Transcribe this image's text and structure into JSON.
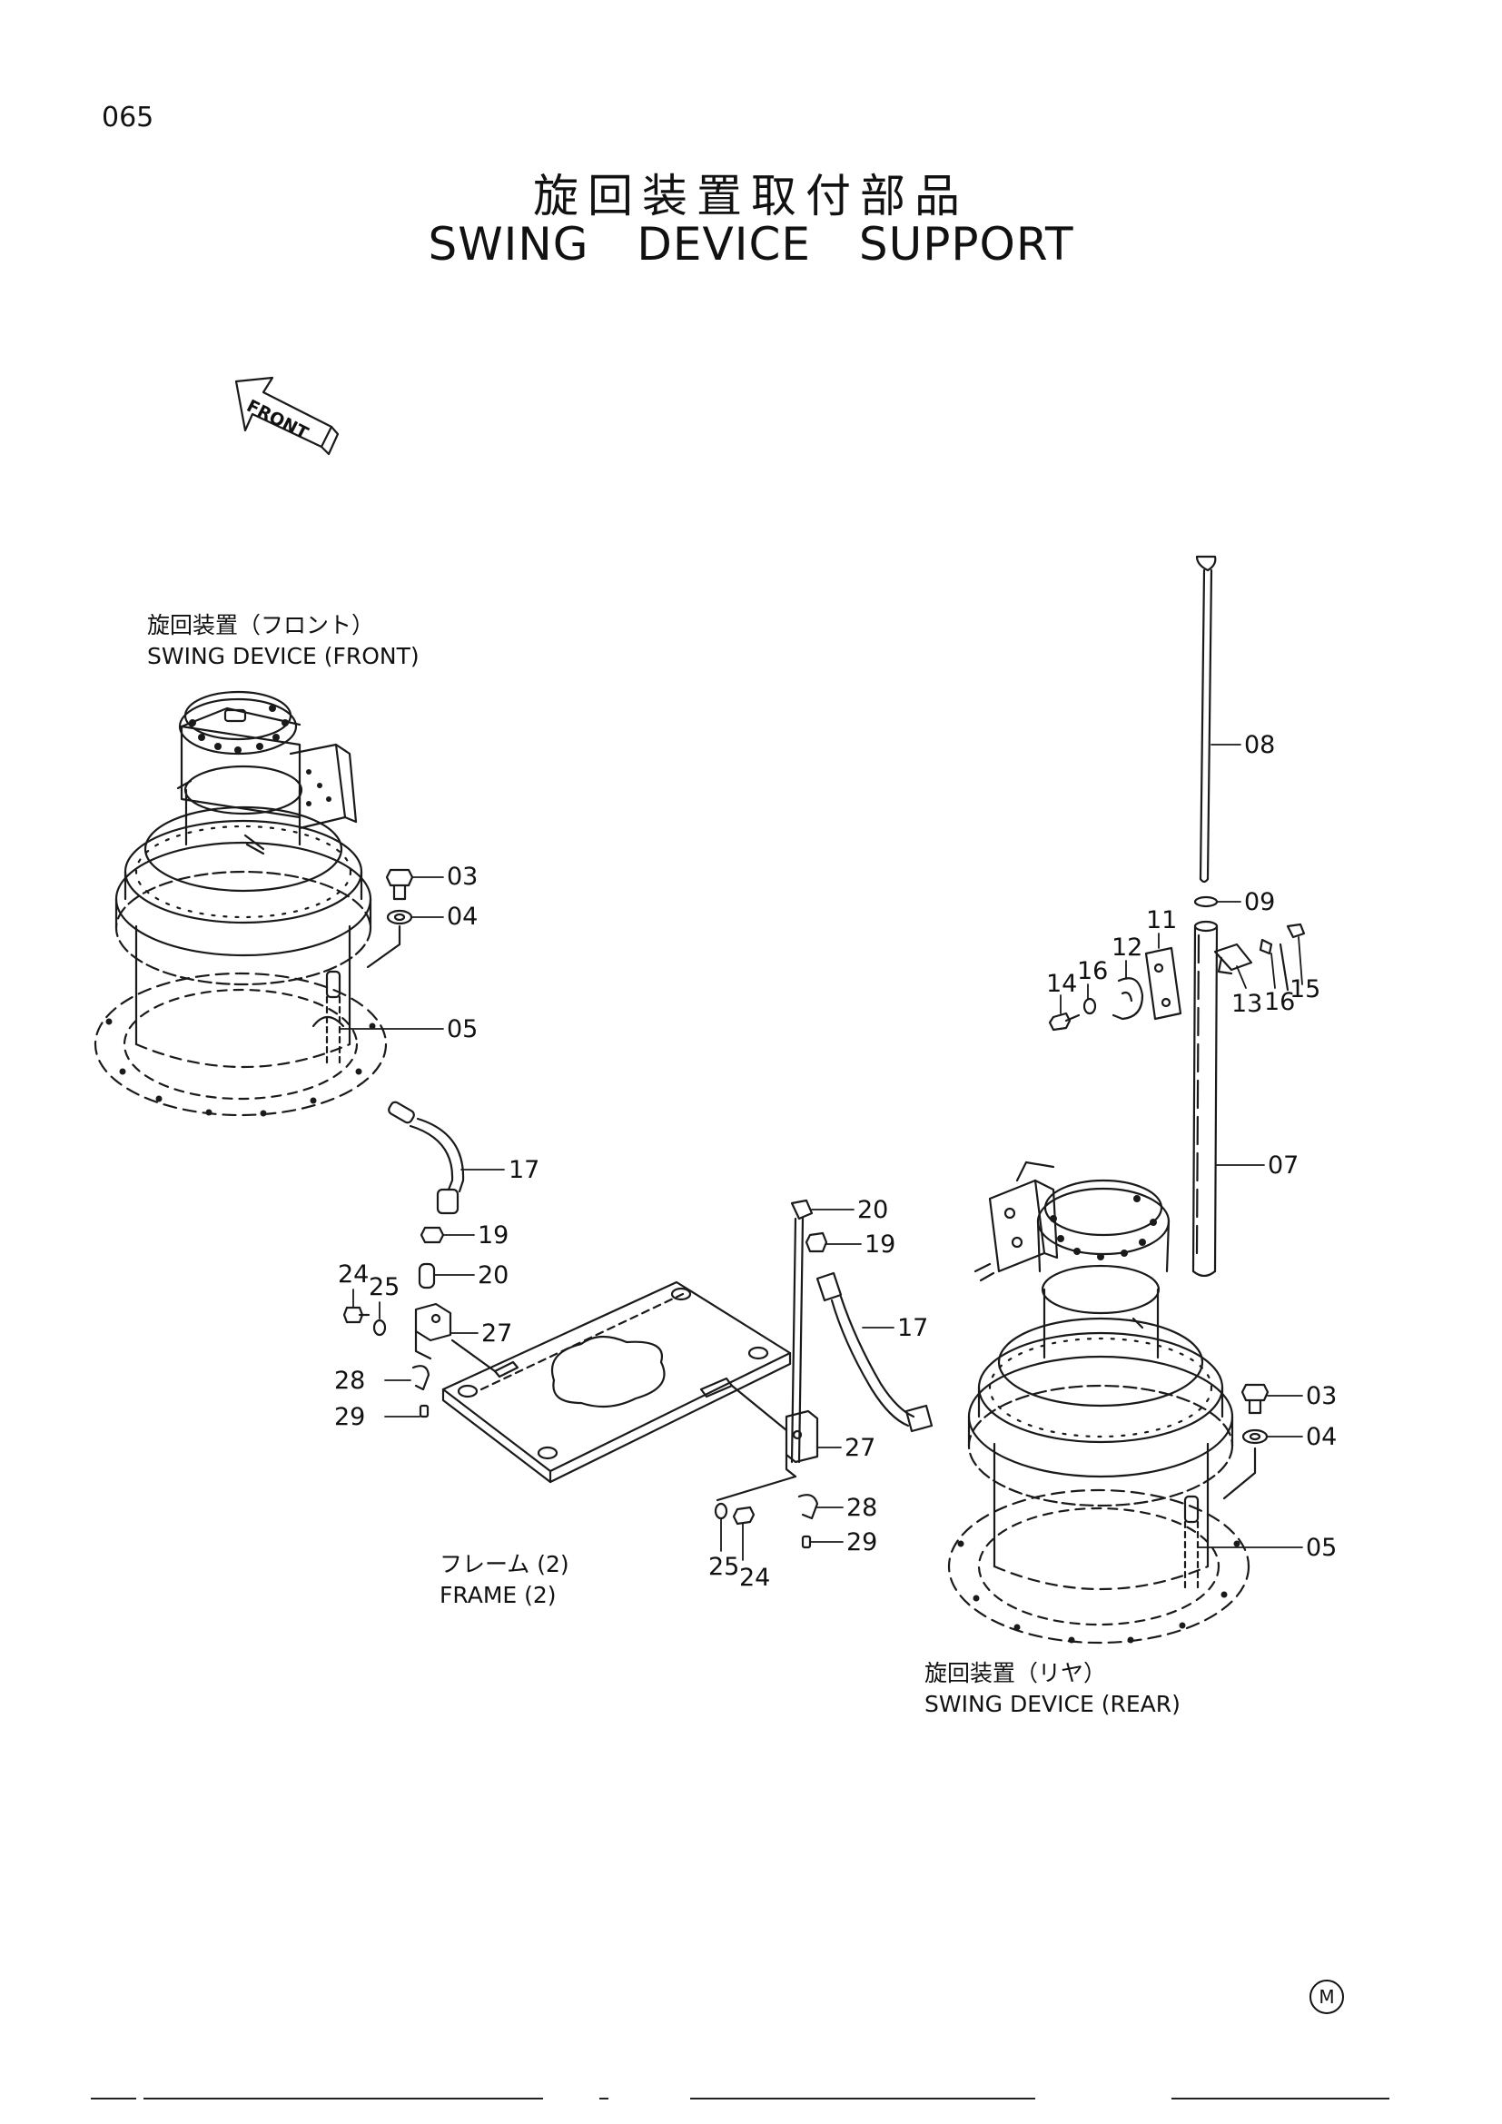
{
  "header": {
    "page_number": "065",
    "title_jp": "旋回装置取付部品",
    "title_en": "SWING DEVICE SUPPORT"
  },
  "front_arrow": {
    "label": "FRONT"
  },
  "captions": {
    "front_device": {
      "jp": "旋回装置（フロント）",
      "en": "SWING DEVICE (FRONT)"
    },
    "rear_device": {
      "jp": "旋回装置（リヤ）",
      "en": "SWING DEVICE (REAR)"
    },
    "frame": {
      "jp": "フレーム (2)",
      "en": "FRAME (2)"
    }
  },
  "callouts": {
    "front_03": "03",
    "front_04": "04",
    "front_05": "05",
    "front_17": "17",
    "front_19": "19",
    "front_20": "20",
    "front_24": "24",
    "front_25": "25",
    "front_27": "27",
    "front_28": "28",
    "front_29": "29",
    "rear_08": "08",
    "rear_09": "09",
    "rear_11": "11",
    "rear_12": "12",
    "rear_13": "13",
    "rear_14": "14",
    "rear_15": "15",
    "rear_16a": "16",
    "rear_16b": "16",
    "rear_07": "07",
    "rear_20": "20",
    "rear_19": "19",
    "rear_17": "17",
    "rear_27": "27",
    "rear_28": "28",
    "rear_29": "29",
    "rear_25": "25",
    "rear_24": "24",
    "rear_03": "03",
    "rear_04": "04",
    "rear_05": "05"
  },
  "footer": {
    "mark": "M"
  }
}
